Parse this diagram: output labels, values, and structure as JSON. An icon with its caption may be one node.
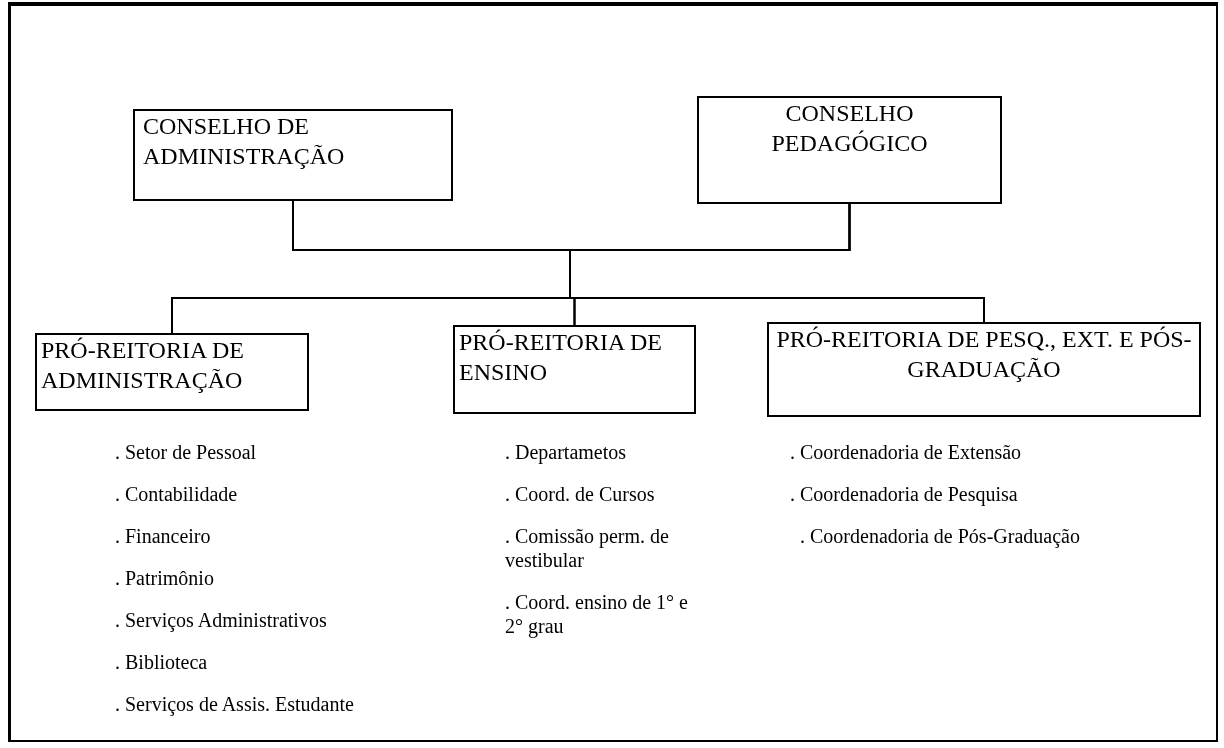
{
  "diagram": {
    "nodes": [
      {
        "text": [
          "CONSELHO DE ADMINISTRAÇÃO"
        ]
      },
      {
        "text": [
          "CONSELHO PEDAGÓGICO"
        ]
      },
      {
        "text": [
          "PRÓ-REITORIA DE ADMINISTRAÇÃO"
        ],
        "beside": [
          ". Setor de Pessoal",
          ". Contabilidade",
          ". Financeiro",
          ". Patrimônio",
          ". Serviços Administrativos",
          ". Biblioteca",
          ". Serviços de Assis. Estudante"
        ]
      },
      {
        "text": [
          "PRÓ-REITORIA DE ENSINO"
        ],
        "beside": [
          ". Departametos",
          ". Coord. de Cursos",
          ". Comissão perm. de vestibular",
          ". Coord. ensino de 1° e 2° grau"
        ]
      },
      {
        "text": [
          "PRÓ-REITORIA DE PESQ., EXT. E PÓS-GRADUAÇÃO"
        ],
        "beside": [
          ". Coordenadoria de Extensão",
          ". Coordenadoria de Pesquisa",
          ". Coordenadoria de Pós-Graduação"
        ]
      }
    ],
    "edges": [
      {
        "from": 0,
        "to": 2,
        "arrow": "none"
      },
      {
        "from": 0,
        "to": 3,
        "arrow": "none"
      },
      {
        "from": 0,
        "to": 4,
        "arrow": "none"
      },
      {
        "from": 1,
        "to": 2,
        "arrow": "none"
      },
      {
        "from": 1,
        "to": 3,
        "arrow": "none"
      },
      {
        "from": 1,
        "to": 4,
        "arrow": "none"
      }
    ]
  }
}
